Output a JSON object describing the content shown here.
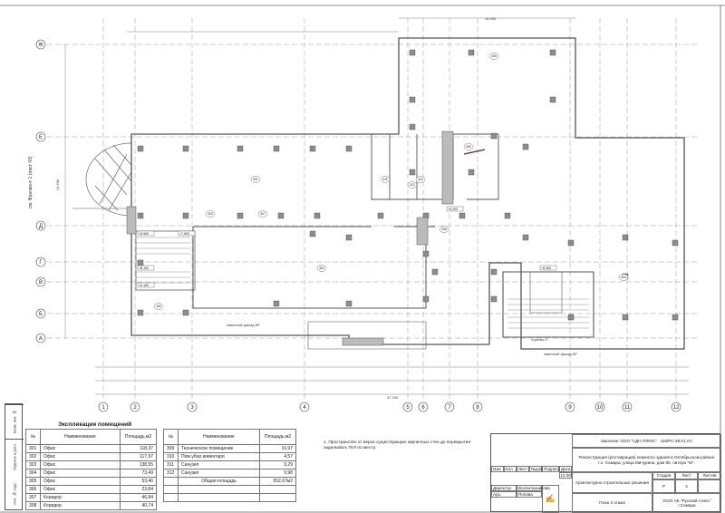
{
  "drawing": {
    "row_axes": [
      "Ж",
      "Е",
      "Д",
      "Г",
      "В",
      "Б",
      "А"
    ],
    "column_axes": [
      "1",
      "2",
      "3",
      "4",
      "5",
      "6",
      "7",
      "8",
      "9",
      "10",
      "11",
      "12"
    ],
    "overall_dimension": "47 100",
    "top_dimension": "14 000",
    "height_dimension": "24 500",
    "room_tags": [
      "301",
      "302",
      "303",
      "304",
      "305",
      "306",
      "307",
      "308",
      "309",
      "310",
      "311",
      "312"
    ],
    "levels": [
      "+8.550",
      "+7.800",
      "+8.100",
      "+6.150",
      "+8.300",
      "+8.300"
    ],
    "annotations": [
      "навесной фасад КР",
      "см. Фрагмент 1 (лист 43)",
      "стрелка 4"
    ],
    "colors": {
      "lines": "#555555",
      "columns": "#8a8f8e",
      "accent": "#5a1a5a"
    }
  },
  "explication": {
    "title": "Экспликация помещений",
    "headers": [
      "№",
      "Наименование",
      "Площадь,м2"
    ],
    "rows_left": [
      [
        "301",
        "Офис",
        "118,37"
      ],
      [
        "302",
        "Офис",
        "117,97"
      ],
      [
        "303",
        "Офис",
        "138,55"
      ],
      [
        "304",
        "Офис",
        "73,49"
      ],
      [
        "305",
        "Офис",
        "53,46"
      ],
      [
        "306",
        "Офис",
        "23,84"
      ],
      [
        "307",
        "Коридор",
        "46,84"
      ],
      [
        "308",
        "Коридор",
        "40,74"
      ]
    ],
    "rows_right": [
      [
        "309",
        "Техническое помещение",
        "16,97"
      ],
      [
        "310",
        "Пом.убор.инвентаря",
        "4,57"
      ],
      [
        "311",
        "Санузел",
        "9,29"
      ],
      [
        "312",
        "Санузел",
        "9,98"
      ]
    ],
    "total_label": "Общая площадь",
    "total_value": "552,67м2"
  },
  "note": "1. Пространство от верха существующих кирпичных стен до перекрытия заделывать ГКЛ по месту.",
  "stamp_side": [
    "Взам. инв. №",
    "Подпись и дата",
    "Инв. № подл."
  ],
  "title_block": {
    "header_cells": [
      "Изм",
      "Кол",
      "Лист",
      "№док",
      "Подпись",
      "Дата"
    ],
    "date": "12.08",
    "role1": "Директор",
    "name1": "Воспитанникова",
    "role2": "Арх.",
    "name2": "Попова",
    "customer": "Заказчик: ООО \"СДН ПЛЮС\"",
    "code": "116/РС-38.01.АС",
    "project": "Реконструкция (реставрация) нежилого здания в Октябрьском районе г.о. Самара, улица Мичурина, дом 90, литера \"М\".",
    "section": "Архитектурно-строительные решения",
    "stage_label": "Стадия",
    "sheet_label": "Лист",
    "sheets_label": "Листов",
    "stage": "Р",
    "sheet": "4",
    "sheets": "",
    "sheet_title": "План 3 этажа",
    "company": "ООО АБ \"Русский стиль\" г.Самара"
  }
}
